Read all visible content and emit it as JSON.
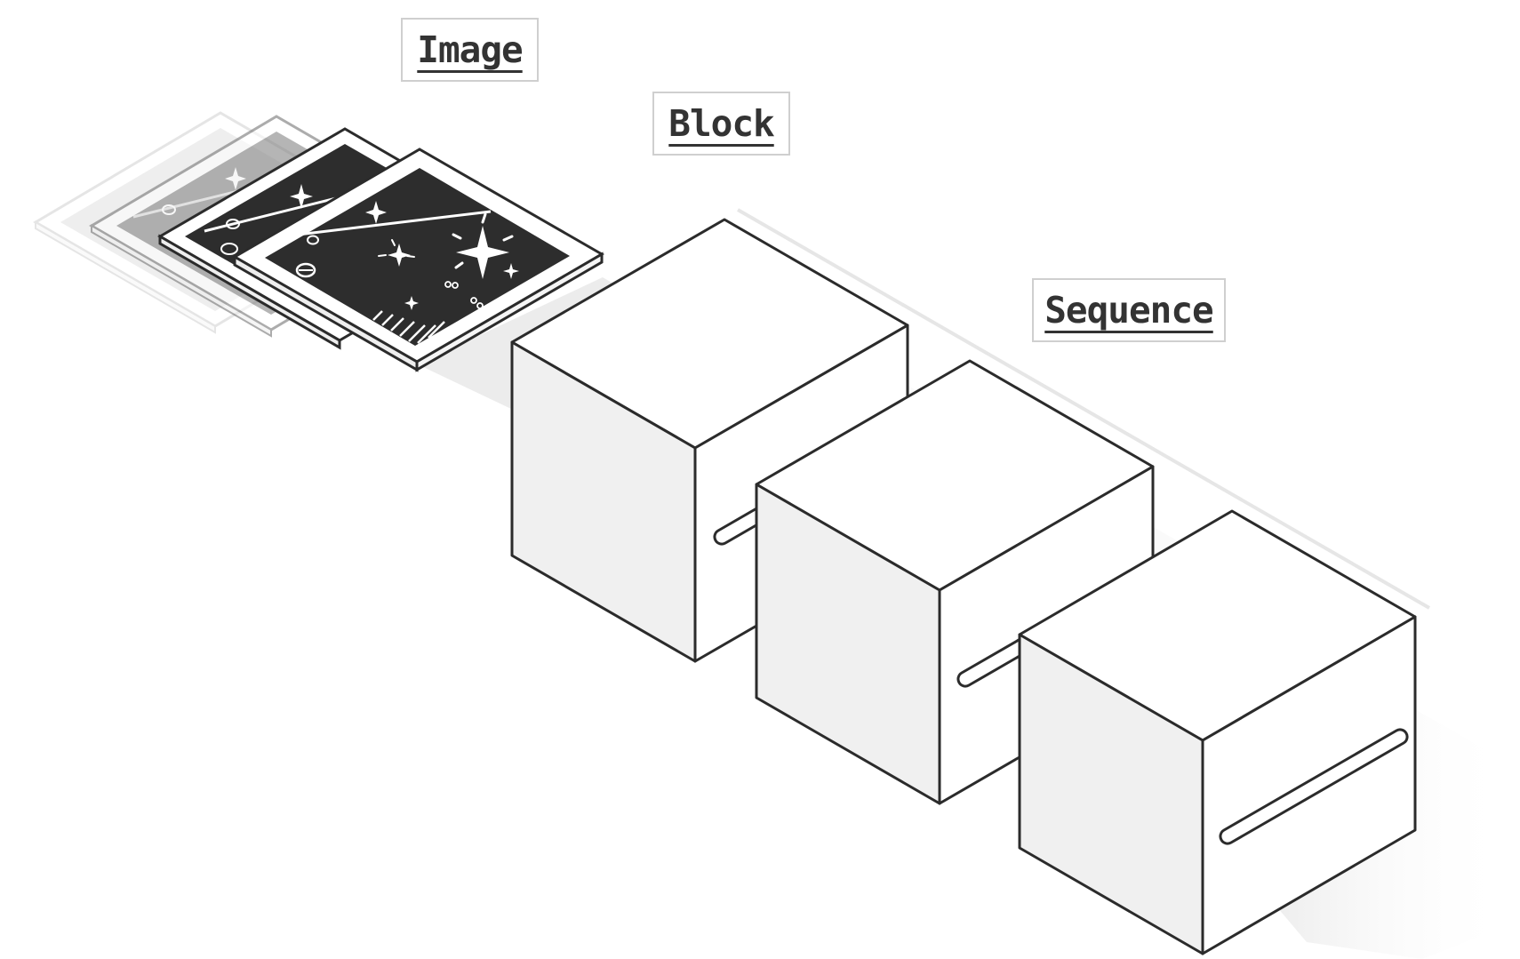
{
  "labels": {
    "image": "Image",
    "block": "Block",
    "sequence": "Sequence"
  },
  "colors": {
    "stroke": "#2b2b2b",
    "face_top": "#ffffff",
    "face_side": "#f0f0f0",
    "image_fill": "#2d2d2d",
    "label_border": "#cfcfcf",
    "label_text": "#333333"
  },
  "diagram": {
    "image_stack_layers": 4,
    "block_count": 3
  }
}
